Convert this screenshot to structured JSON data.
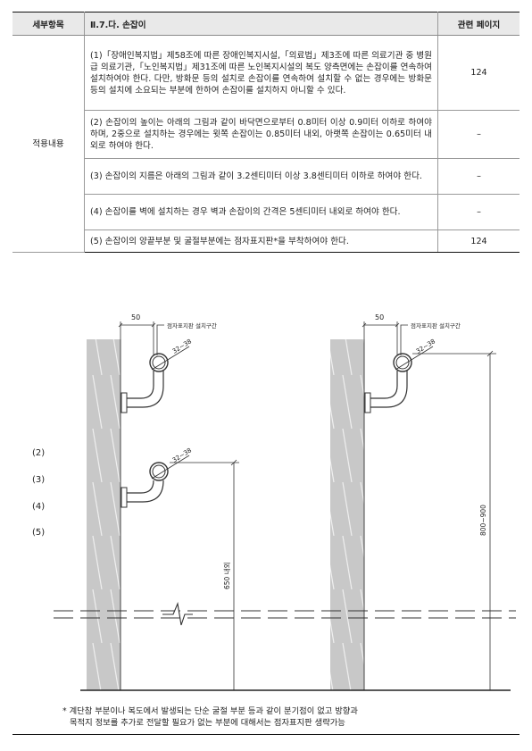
{
  "table": {
    "headers": [
      "세부항목",
      "Ⅱ.7.다. 손잡이",
      "관련 페이지"
    ],
    "category": "적용내용",
    "rows": [
      {
        "text": "(1)「장애인복지법」제58조에 따른 장애인복지시설,「의료법」제3조에 따른 의료기관 중 병원급 의료기관,「노인복지법」제31조에 따른 노인복지시설의 복도 양측면에는 손잡이를 연속하여 설치하여야 한다. 다만, 방화문 등의 설치로 손잡이를 연속하여 설치할 수 없는 경우에는 방화문 등의 설치에 소요되는 부분에 한하여 손잡이를 설치하지 아니할 수 있다.",
        "page": "124"
      },
      {
        "text": "(2) 손잡이의 높이는 아래의 그림과 같이 바닥면으로부터 0.8미터 이상 0.9미터 이하로 하여야 하며, 2중으로 설치하는 경우에는 윗쪽 손잡이는 0.85미터 내외, 아랫쪽 손잡이는 0.65미터 내외로 하여야 한다.",
        "page": "–"
      },
      {
        "text": "(3) 손잡이의 지름은 아래의 그림과 같이 3.2센티미터 이상 3.8센티미터 이하로 하여야 한다.",
        "page": "–"
      },
      {
        "text": "(4) 손잡이를 벽에 설치하는 경우 벽과 손잡이의 간격은 5센티미터 내외로 하여야 한다.",
        "page": "–"
      },
      {
        "text": "(5) 손잡이의 양끝부분 및 굴절부분에는 점자표지판*을 부착하여야 한다.",
        "page": "124"
      }
    ]
  },
  "figure": {
    "side_labels": [
      "(2)",
      "(3)",
      "(4)",
      "(5)"
    ],
    "gap_label": "50",
    "braille_label": "점자표지판 설치구간",
    "diameter_label": "32~38",
    "lower_height_label": "650 내외",
    "upper_height_label": "800~900"
  },
  "footnote": {
    "line1": "* 계단참 부분이나 복도에서 발생되는 단순 굴절 부분 등과 같이 분기점이 없고 방향과",
    "line2": "목적지 정보를 추가로 전달할 필요가 없는 부분에 대해서는 점자표지판 생략가능"
  }
}
